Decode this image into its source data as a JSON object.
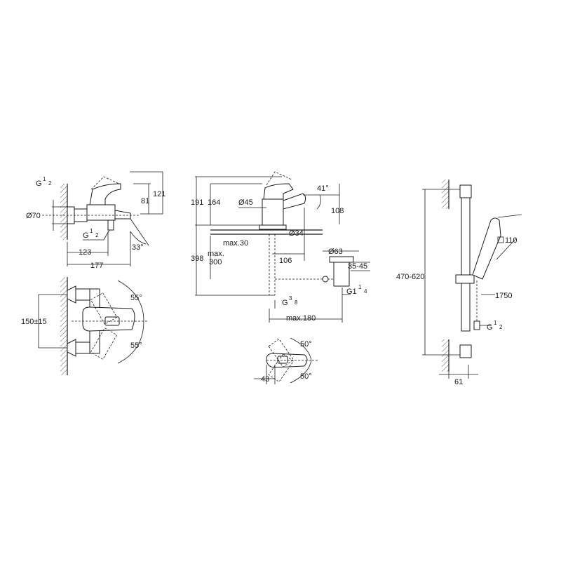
{
  "bath_mixer": {
    "label_g_top": "G",
    "label_g_top_sup": "1",
    "label_g_top_sub": "2",
    "label_d70": "Ø70",
    "label_g_bottom": "G",
    "label_g_bottom_sup": "1",
    "label_g_bottom_sub": "2",
    "label_121": "121",
    "label_81": "81",
    "label_123": "123",
    "label_177": "177",
    "label_33": "33°",
    "label_150": "150±15",
    "label_55_top": "55°",
    "label_55_bottom": "55°"
  },
  "basin_mixer": {
    "label_191": "191",
    "label_164": "164",
    "label_d45": "Ø45",
    "label_41": "41°",
    "label_108": "108",
    "label_max30": "max.30",
    "label_d34": "Ø34",
    "label_398": "398",
    "label_max300_a": "max.",
    "label_max300_b": "300",
    "label_106": "106",
    "label_d63": "Ø63",
    "label_3545": "35-45",
    "label_g38": "G",
    "label_g38_sup": "3",
    "label_g38_sub": "8",
    "label_g114": "G1",
    "label_g114_sup": "1",
    "label_g114_sub": "4",
    "label_max180": "max.180",
    "label_50_top": "50°",
    "label_43": "43",
    "label_50_bottom": "50°"
  },
  "shower_set": {
    "label_110": "110",
    "label_470620": "470-620",
    "label_1750": "1750",
    "label_g12": "G",
    "label_g12_sup": "1",
    "label_g12_sub": "2",
    "label_61": "61"
  }
}
